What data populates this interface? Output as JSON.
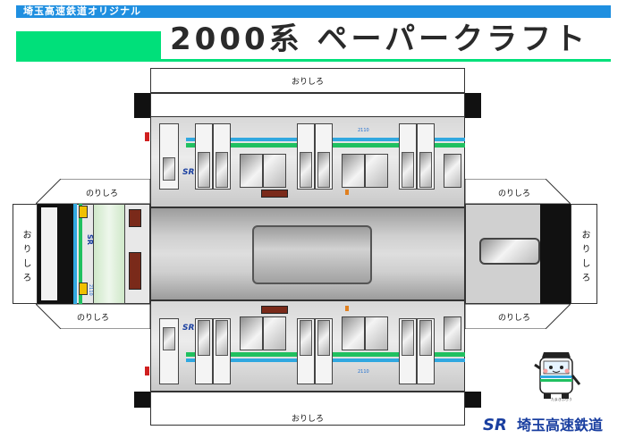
{
  "header": {
    "subtitle": "埼玉高速鉄道オリジナル",
    "title": "2000系 ペーパークラフト"
  },
  "labels": {
    "orishiro": "おりしろ",
    "norishiro": "のりしろ",
    "orishiro_vertical": "おりしろ"
  },
  "car": {
    "number": "2110",
    "logo": "SR",
    "front_number": "2110"
  },
  "colors": {
    "blue_stripe": "#30a8e0",
    "green_stripe": "#20c060",
    "header_blue": "#1f8fe0",
    "header_green": "#00e07a",
    "brand_blue": "#1a3fa0"
  },
  "logo": {
    "mark": "SR",
    "company": "埼玉高速鉄道",
    "mascot_caption": "たまきぷらう"
  }
}
